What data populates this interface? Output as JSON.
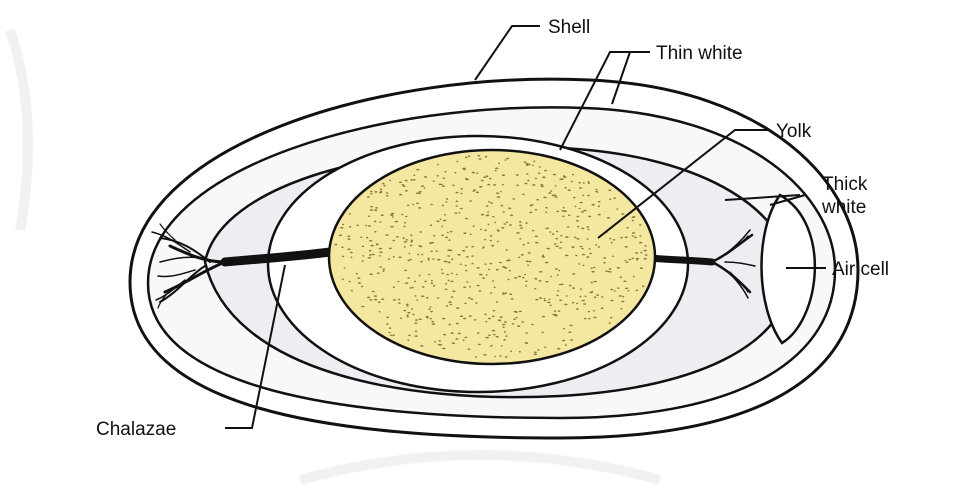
{
  "labels": {
    "shell": "Shell",
    "thin_white": "Thin white",
    "yolk": "Yolk",
    "thick_white_line1": "Thick",
    "thick_white_line2": "white",
    "air_cell": "Air cell",
    "chalazae": "Chalazae"
  },
  "colors": {
    "background": "#ffffff",
    "thin_white_fill": "#f7f8fa",
    "thick_white_fill": "#eceef1",
    "yolk_fill": "#f4e7a0",
    "yolk_dots": "#8a7a3a",
    "outline": "#111111"
  }
}
